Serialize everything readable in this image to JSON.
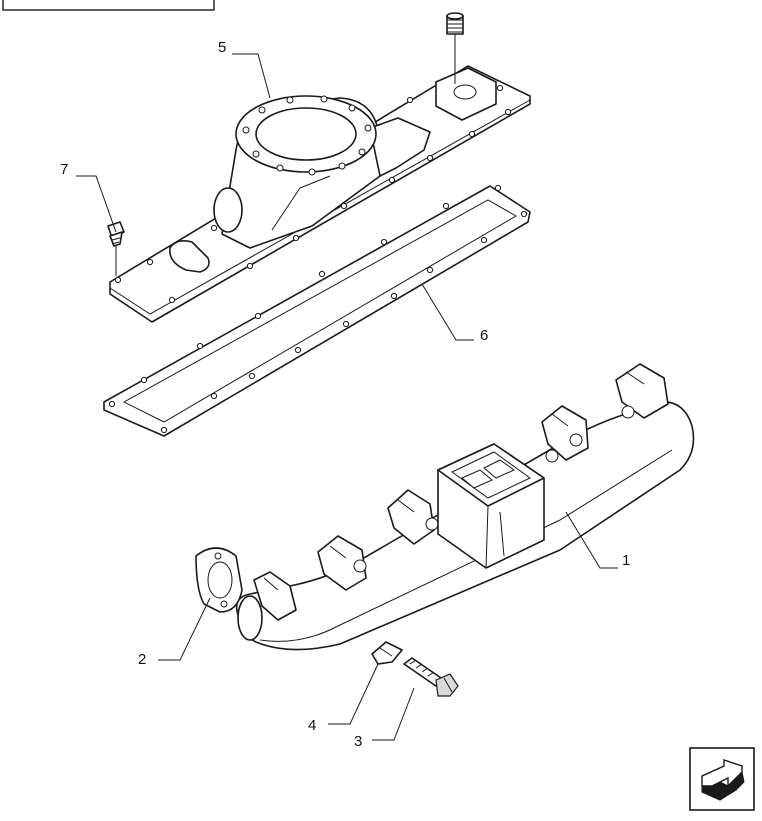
{
  "diagram": {
    "callouts": [
      {
        "id": "1",
        "label": "1"
      },
      {
        "id": "2",
        "label": "2"
      },
      {
        "id": "3",
        "label": "3"
      },
      {
        "id": "4",
        "label": "4"
      },
      {
        "id": "5",
        "label": "5"
      },
      {
        "id": "6",
        "label": "6"
      },
      {
        "id": "7",
        "label": "7"
      }
    ],
    "nav": {
      "icon": "next-page-arrow-icon"
    },
    "colors": {
      "line": "#1a1a1a",
      "background": "#ffffff"
    }
  }
}
